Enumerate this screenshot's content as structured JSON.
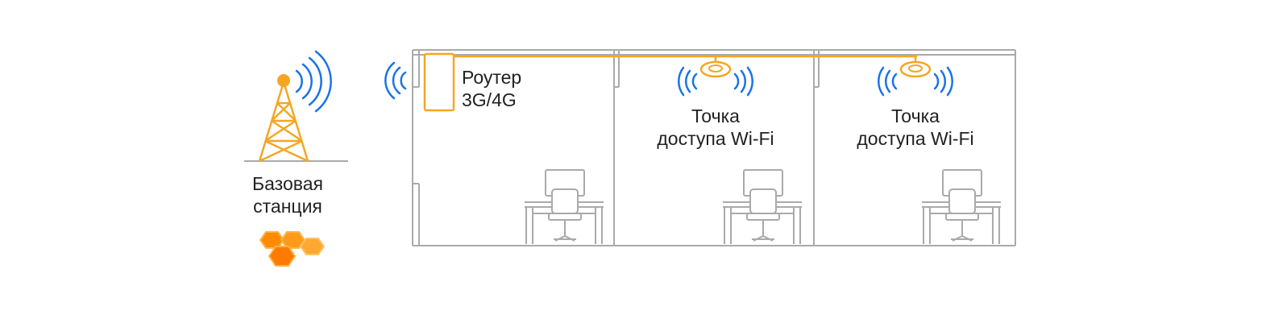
{
  "base_station": {
    "line1": "Базовая",
    "line2": "станция"
  },
  "router": {
    "line1": "Роутер",
    "line2": "3G/4G"
  },
  "access_points": [
    {
      "line1": "Точка",
      "line2": "доступа Wi-Fi"
    },
    {
      "line1": "Точка",
      "line2": "доступа Wi-Fi"
    }
  ],
  "colors": {
    "accent": "#f5a623",
    "signal": "#1a73e8",
    "walls": "#aaaaaa",
    "text": "#222222"
  }
}
